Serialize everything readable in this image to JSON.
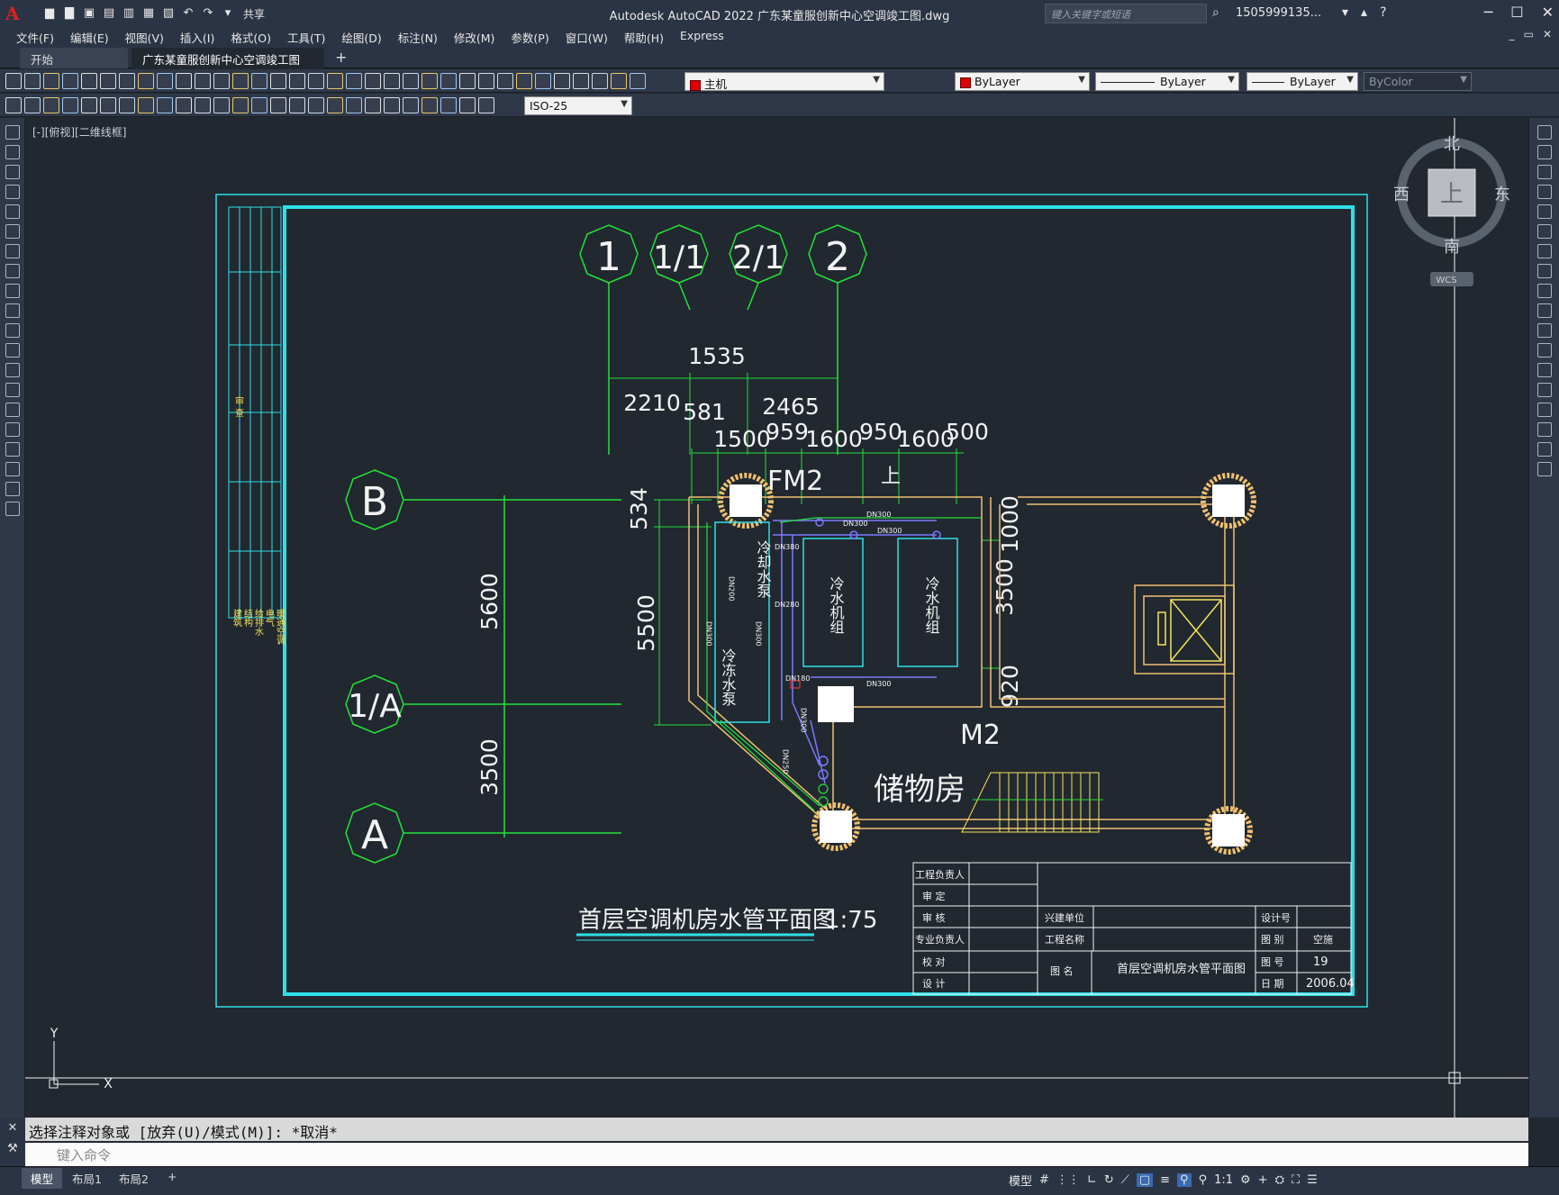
{
  "app": {
    "logo": "A",
    "title": "Autodesk AutoCAD 2022    广东某童服创新中心空调竣工图.dwg",
    "share_label": "共享",
    "search_placeholder": "键入关键字或短语",
    "user": "1505999135...",
    "window_controls": {
      "minimize": "─",
      "maximize": "☐",
      "close": "✕"
    }
  },
  "menu": [
    "文件(F)",
    "编辑(E)",
    "视图(V)",
    "插入(I)",
    "格式(O)",
    "工具(T)",
    "绘图(D)",
    "标注(N)",
    "修改(M)",
    "参数(P)",
    "窗口(W)",
    "帮助(H)",
    "Express"
  ],
  "tabs": {
    "start": "开始",
    "drawing": "广东某童服创新中心空调竣工图*",
    "close": "✕",
    "add": "+"
  },
  "toolbar": {
    "layer": "主机",
    "color": "ByLayer",
    "linetype": "ByLayer",
    "lineweight": "ByLayer",
    "plotstyle": "ByColor",
    "dimstyle": "ISO-25"
  },
  "viewport": {
    "label": "[-][俯视][二维线框]"
  },
  "viewcube": {
    "north": "北",
    "south": "南",
    "east": "东",
    "west": "西",
    "top": "上",
    "wcs": "WCS"
  },
  "ucs": {
    "y": "Y",
    "x": "X"
  },
  "drawing": {
    "grid_top": [
      "1",
      "1/1",
      "2/1",
      "2"
    ],
    "grid_left": [
      "B",
      "1/A",
      "A"
    ],
    "dims_top": [
      "1535",
      "2210",
      "581",
      "2465",
      "1500",
      "959",
      "1600",
      "950",
      "1600",
      "500"
    ],
    "dims_left": [
      "534",
      "5600",
      "5500",
      "3500"
    ],
    "dims_right": [
      "1000",
      "3500",
      "920"
    ],
    "labels": {
      "fm2": "FM2",
      "up": "上",
      "m2": "M2",
      "storage": "储物房"
    },
    "equipment": [
      "冷水机组",
      "冷水机组",
      "冷却水泵",
      "冷冻水泵"
    ],
    "pipes": [
      "DN300",
      "DN300",
      "DN300",
      "DN300",
      "DN380",
      "DN280",
      "DN300",
      "DN200",
      "DN180",
      "DN300",
      "DN250",
      "DN300"
    ],
    "plan_title": "首层空调机房水管平面图",
    "scale": "1:75",
    "side_strip": [
      "建筑",
      "结构",
      "给排水",
      "电气",
      "暖通空调",
      "审  查"
    ],
    "title_block": {
      "rows_left": [
        "工程负责人",
        "审  定",
        "审  核",
        "专业负责人",
        "校  对",
        "设  计"
      ],
      "unit_label": "兴建单位",
      "project_label": "工程名称",
      "name_label": "图  名",
      "drawing_name": "首层空调机房水管平面图",
      "design_no_label": "设计号",
      "category_label": "图  别",
      "category_value": "空施",
      "sheet_label": "图  号",
      "sheet_value": "19",
      "date_label": "日  期",
      "date_value": "2006.04"
    }
  },
  "command": {
    "history": "选择注释对象或 [放弃(U)/模式(M)]: *取消*",
    "prompt_placeholder": "键入命令"
  },
  "status": {
    "layouts": [
      "模型",
      "布局1",
      "布局2"
    ],
    "add": "+",
    "model_label": "模型",
    "scale": "1:1"
  }
}
